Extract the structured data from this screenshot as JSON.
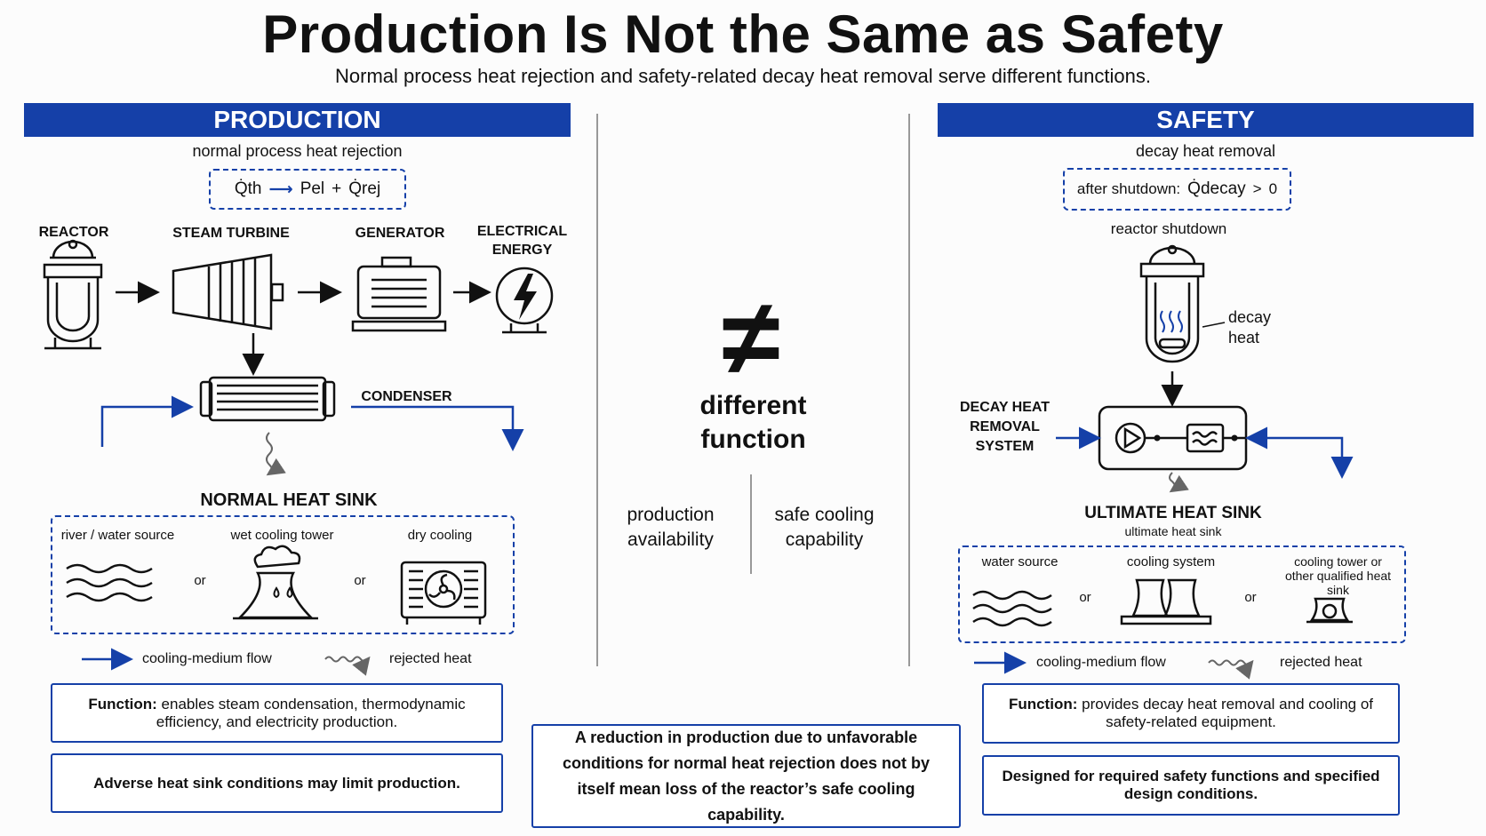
{
  "title": "Production Is Not the Same as Safety",
  "subtitle": "Normal process heat rejection and safety-related decay heat removal serve different functions.",
  "production": {
    "banner": "PRODUCTION",
    "caption": "normal process heat rejection",
    "formula": {
      "lhs": "Q̇th",
      "rhs1": "Pel",
      "plus": "+",
      "rhs2": "Q̇rej"
    },
    "components": {
      "reactor": "REACTOR",
      "turbine": "STEAM TURBINE",
      "generator": "GENERATOR",
      "energy": "ELECTRICAL ENERGY",
      "condenser": "CONDENSER"
    },
    "sink_title": "NORMAL HEAT SINK",
    "sinks": [
      "river / water source",
      "wet cooling tower",
      "dry cooling"
    ],
    "or": "or",
    "legend": {
      "flow": "cooling-medium flow",
      "heat": "rejected heat"
    },
    "function_label": "Function:",
    "function_text": "enables steam condensation, thermodynamic efficiency, and electricity production.",
    "note": "Adverse heat sink conditions may limit production."
  },
  "center": {
    "symbol": "≠",
    "label1": "different",
    "label2": "function",
    "left1": "production",
    "left2": "availability",
    "right1": "safe cooling",
    "right2": "capability",
    "bottom": "A reduction in production due to unfavorable conditions for normal heat rejection does not by itself mean loss of the reactor’s safe cooling capability."
  },
  "safety": {
    "banner": "SAFETY",
    "caption": "decay heat removal",
    "formula": {
      "prefix": "after shutdown:",
      "lhs": "Q̇decay",
      "op": ">",
      "rhs": "0"
    },
    "shutdown": "reactor shutdown",
    "decay_heat": "decay heat",
    "dhr_system": "DECAY HEAT REMOVAL SYSTEM",
    "sink_title": "ULTIMATE HEAT SINK",
    "sink_sub": "ultimate heat sink",
    "sinks": [
      "water source",
      "cooling system",
      "cooling tower or other qualified heat sink"
    ],
    "or": "or",
    "legend": {
      "flow": "cooling-medium flow",
      "heat": "rejected heat"
    },
    "function_label": "Function:",
    "function_text": "provides decay heat removal and cooling of safety-related equipment.",
    "note": "Designed for required safety functions and specified design conditions."
  },
  "colors": {
    "accent": "#1540a8",
    "text": "#111111",
    "divider": "#999999"
  }
}
